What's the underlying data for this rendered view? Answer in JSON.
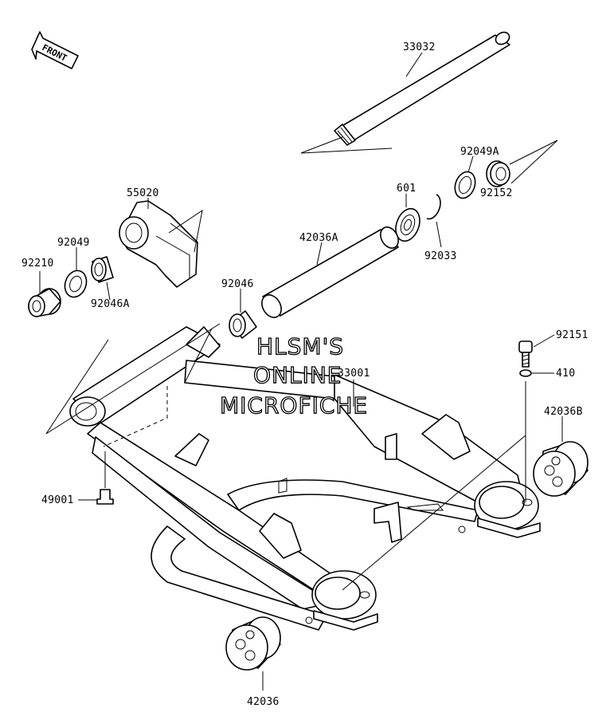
{
  "labels": {
    "front": "FRONT",
    "p33032": "33032",
    "p92049A": "92049A",
    "p601": "601",
    "p92152": "92152",
    "p92033": "92033",
    "p55020": "55020",
    "p42036A": "42036A",
    "p92049": "92049",
    "p92210": "92210",
    "p92046A": "92046A",
    "p92046": "92046",
    "p92151": "92151",
    "p410": "410",
    "p33001": "33001",
    "p42036B": "42036B",
    "p49001": "49001",
    "p42036": "42036"
  },
  "watermark": {
    "line1": "HLSM'S",
    "line2": "ONLINE",
    "line3": "MICROFICHE"
  }
}
